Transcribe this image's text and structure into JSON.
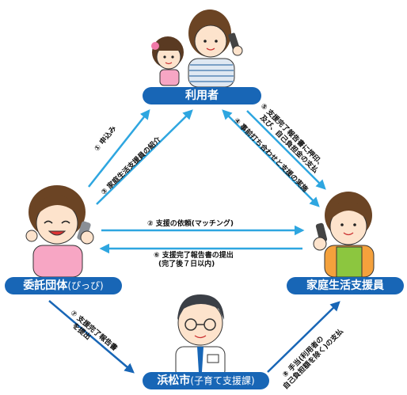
{
  "nodes": {
    "user": "利用者",
    "org_name": "委託団体",
    "org_sub": "(ぴっぴ)",
    "support": "家庭生活支援員",
    "city_name": "浜松市",
    "city_sub": "(子育て支援課)"
  },
  "steps": {
    "s1": "① 申込み",
    "s3": "③ 家庭生活支援員の紹介",
    "s2": "② 支援の依頼(マッチング)",
    "s6_line1": "⑥ 支援完了報告書の提出",
    "s6_line2": "(完了後７日以内)",
    "s4": "④ 事前打ち合わせと支援の実施",
    "s5_line1": "⑤ 支援完了報告書に押印、",
    "s5_line2": "及び、自己負担金の支払",
    "s7_line1": "⑦ 支援完了報告書",
    "s7_line2": "を提出",
    "s8_line1": "⑧ 手当(利用者の",
    "s8_line2": "自己負担額を除く)の支払"
  },
  "colors": {
    "node_bg": "#1866b6",
    "arrow": "#2ea6e0"
  }
}
